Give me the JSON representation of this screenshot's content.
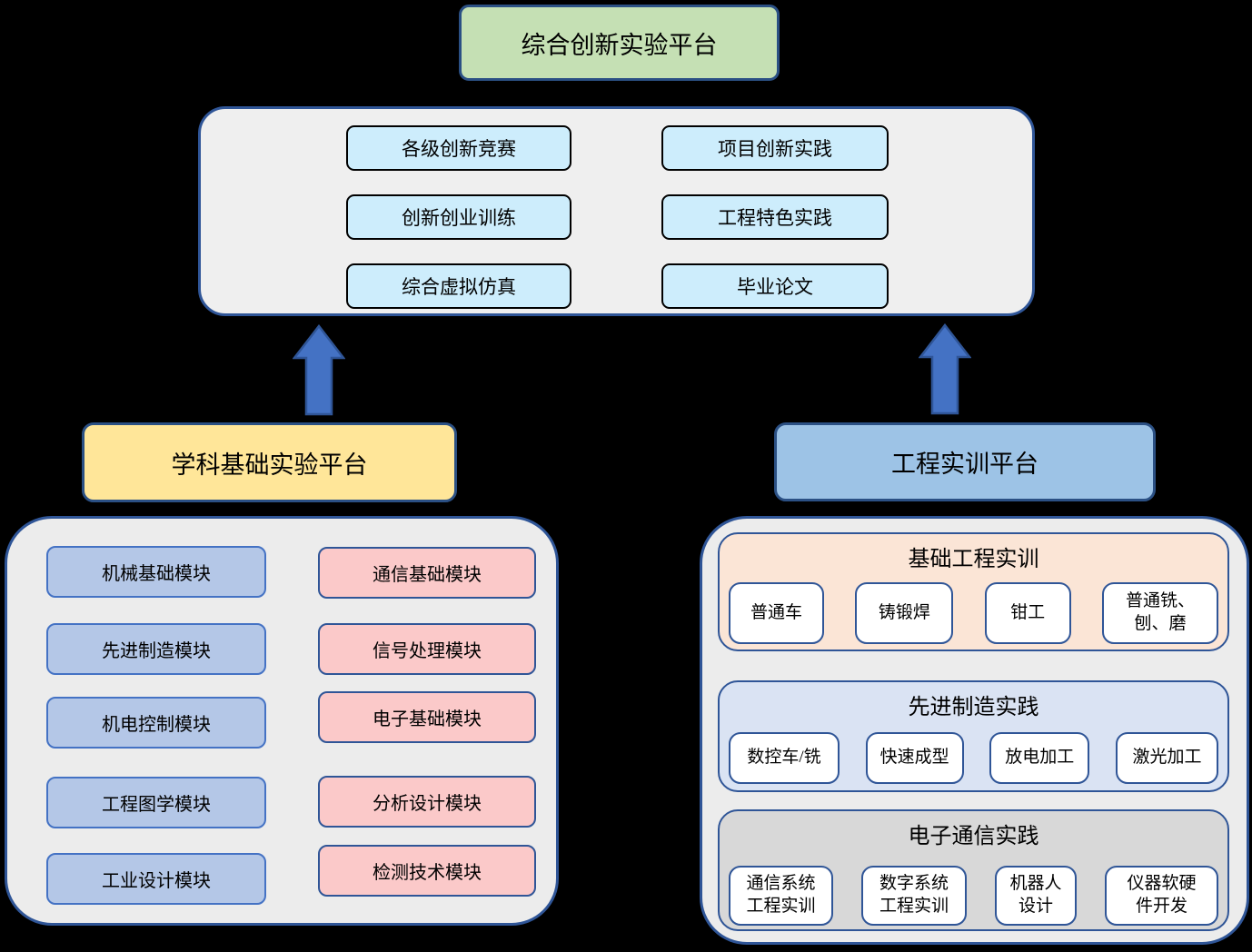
{
  "colors": {
    "background": "#000000",
    "arrow_fill": "#4472c4",
    "arrow_border": "#2f5597",
    "container_fill": "#ececec",
    "container_border": "#2f5597",
    "top_platform_fill": "#c5e0b4",
    "innovation_item_fill": "#cdedfc",
    "left_platform_fill": "#ffe699",
    "right_platform_fill": "#9dc3e6",
    "blue_module_fill": "#b4c7e7",
    "pink_module_fill": "#fbc9c9",
    "basic_training_fill": "#fbe5d6",
    "advanced_mfg_fill": "#dae3f3",
    "electronic_comm_fill": "#d8d8d8"
  },
  "top_platform": {
    "label": "综合创新实验平台"
  },
  "innovation_container": {
    "left_items": [
      "各级创新竞赛",
      "创新创业训练",
      "综合虚拟仿真"
    ],
    "right_items": [
      "项目创新实践",
      "工程特色实践",
      "毕业论文"
    ]
  },
  "left_platform": {
    "title": "学科基础实验平台",
    "blue_modules": [
      "机械基础模块",
      "先进制造模块",
      "机电控制模块",
      "工程图学模块",
      "工业设计模块"
    ],
    "pink_modules": [
      "通信基础模块",
      "信号处理模块",
      "电子基础模块",
      "分析设计模块",
      "检测技术模块"
    ]
  },
  "right_platform": {
    "title": "工程实训平台",
    "sections": [
      {
        "title": "基础工程实训",
        "items": [
          "普通车",
          "铸锻焊",
          "钳工",
          "普通铣、\n刨、磨"
        ]
      },
      {
        "title": "先进制造实践",
        "items": [
          "数控车/铣",
          "快速成型",
          "放电加工",
          "激光加工"
        ]
      },
      {
        "title": "电子通信实践",
        "items": [
          "通信系统\n工程实训",
          "数字系统\n工程实训",
          "机器人\n设计",
          "仪器软硬\n件开发"
        ]
      }
    ]
  }
}
